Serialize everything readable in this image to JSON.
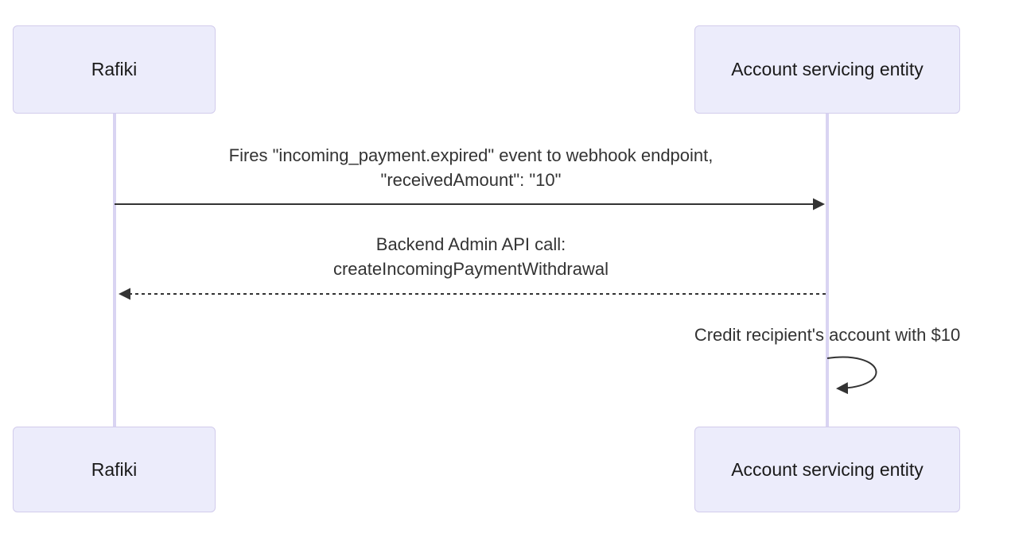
{
  "diagram": {
    "type": "sequence-diagram",
    "actors": [
      {
        "id": "rafiki",
        "label": "Rafiki"
      },
      {
        "id": "account-servicing-entity",
        "label": "Account servicing entity"
      }
    ],
    "messages": [
      {
        "from": "rafiki",
        "to": "account-servicing-entity",
        "line_style": "solid",
        "text": "Fires \"incoming_payment.expired\" event to webhook endpoint,\n\"receivedAmount\": \"10\""
      },
      {
        "from": "account-servicing-entity",
        "to": "rafiki",
        "line_style": "dashed",
        "text": "Backend Admin API call:\ncreateIncomingPaymentWithdrawal"
      },
      {
        "from": "account-servicing-entity",
        "to": "account-servicing-entity",
        "line_style": "self-loop",
        "text": "Credit recipient's account with $10"
      }
    ],
    "colors": {
      "background": "#FFFFFF",
      "actor_fill": "#ECECFB",
      "actor_border": "#D2CCEC",
      "lifeline": "#D9D4F2",
      "arrow": "#333333",
      "message_text": "#333333",
      "actor_text": "#1A1A1A"
    }
  }
}
